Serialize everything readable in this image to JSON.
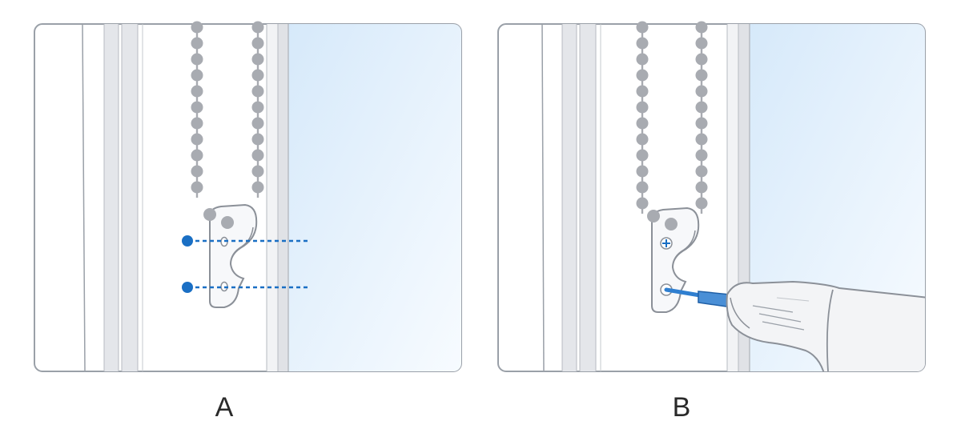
{
  "panels": [
    {
      "id": "A",
      "label": "A",
      "step": "mark-drill-holes"
    },
    {
      "id": "B",
      "label": "B",
      "step": "screw-in-cleat"
    }
  ],
  "colors": {
    "frame_outline": "#9aa0a8",
    "frame_fill": "#ffffff",
    "rail": "#e4e6ea",
    "glass_blue": "#d9ebfa",
    "chain": "#a8abb1",
    "marker_blue": "#1a6fc4",
    "cleat_outline": "#8b9098",
    "drill_body": "#f3f4f6",
    "drill_bit": "#2f7fd0"
  },
  "icons": [
    "ball-chain-icon",
    "chain-cleat-icon",
    "screw-icon",
    "power-drill-icon",
    "mark-dot-icon"
  ]
}
